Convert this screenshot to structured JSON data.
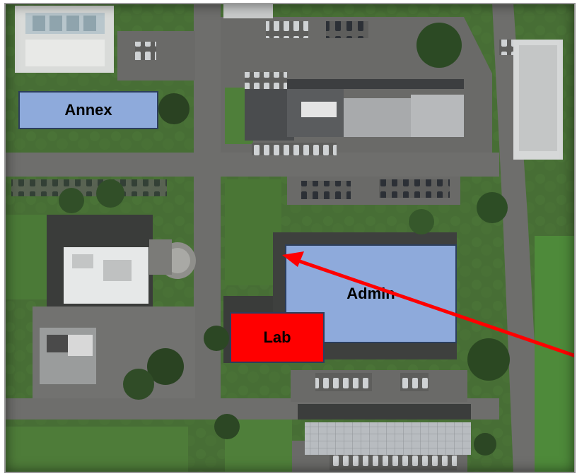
{
  "map": {
    "labels": {
      "annex": "Annex",
      "admin": "Admin",
      "lab": "Lab"
    },
    "colors": {
      "annex_fill": "#8eaadb",
      "admin_fill": "#8eaadb",
      "lab_fill": "#ff0000",
      "arrow": "#ff0000",
      "grass": "#4d7a38",
      "road": "#6d6d6b"
    },
    "annotation": {
      "arrow_icon": "red-arrow-icon"
    }
  }
}
